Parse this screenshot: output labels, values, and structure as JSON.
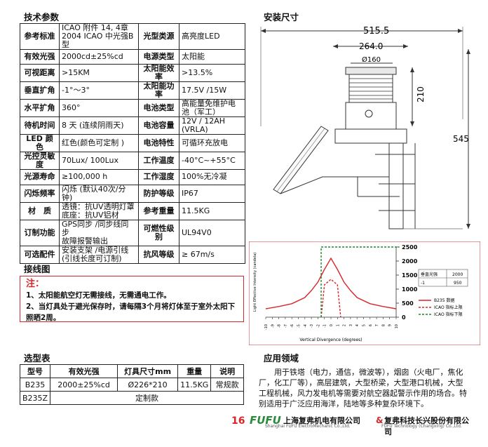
{
  "spec": {
    "heading": "技术参数",
    "rows": [
      {
        "k1": "参考标准",
        "v1": "ICAO 附件 14, 4章\n2004 ICAO 中光强B型",
        "k2": "光型类源",
        "v2": "高亮度LED"
      },
      {
        "k1": "有效光强",
        "v1": "2000cd±25%cd",
        "k2": "电源类型",
        "v2": "太阳能"
      },
      {
        "k1": "可视距离",
        "v1": ">15KM",
        "k2": "太阳能效率",
        "v2": ">13.5%"
      },
      {
        "k1": "垂直扩角",
        "v1": "-1°～3°",
        "k2": "太阳能功率",
        "v2": "17.5V /15W"
      },
      {
        "k1": "水平扩角",
        "v1": "360°",
        "k2": "电池类型",
        "v2": "高能量免维护电\n池（军工）"
      },
      {
        "k1": "待机时间",
        "v1": "8 天 (连续阴雨天)",
        "k2": "电池容量",
        "v2": "12V / 12AH\n(VRLA)"
      },
      {
        "k1": "LED 颜色",
        "v1": "红色(颜色可定制 )",
        "k2": "电池特性",
        "v2": "可循环充放电"
      },
      {
        "k1": "光控灵敏度",
        "v1": "70Lux/ 100Lux",
        "k2": "工作温度",
        "v2": "-40°C~+55°C"
      },
      {
        "k1": "光源寿命",
        "v1": "≥100,000 h",
        "k2": "工作湿度",
        "v2": "100%无冷凝"
      },
      {
        "k1": "闪烁频率",
        "v1": "闪烁 (默认40次/分钟)",
        "k2": "防护等级",
        "v2": "IP67"
      },
      {
        "k1": "材　质",
        "v1": "透镜：抗UV透明灯罩\n底座：抗UV铝材",
        "k2": "参考重量",
        "v2": "11.5KG"
      },
      {
        "k1": "订制功能",
        "v1": "GPS同步 /同步线同步\n故障报警输出",
        "k2": "可燃性级别",
        "v2": "UL94V0"
      },
      {
        "k1": "可选配件",
        "v1": "安装支架 /电源引线\n(引线长度可订制)",
        "k2": "抗风等级",
        "v2": "≥ 67m/s"
      }
    ]
  },
  "install": {
    "heading": "安装尺寸",
    "dim_total": "515.5",
    "dim_panel": "264.0",
    "dim_dia": "Ø160",
    "dim_h1": "210",
    "dim_h2": "545"
  },
  "wiring": {
    "heading": "接线图",
    "note_title": "注：",
    "note_1": "1、太阳能航空灯无需接线，无需通电工作。",
    "note_2": "2、当灯具处于避光保存时，请每隔3个月将灯体至于室外太阳下照晒2周。"
  },
  "selection": {
    "heading": "选型表",
    "headers": [
      "型号",
      "有效光强",
      "灯具尺寸mm",
      "重量",
      "说明"
    ],
    "rows": [
      [
        "B235",
        "2000±25%cd",
        "Ø226*210",
        "11.5KG",
        "常规款"
      ],
      [
        "B235Z",
        "定制款"
      ]
    ]
  },
  "application": {
    "heading": "应用领域",
    "text": "用于铁塔（电力，通信，微波等），烟囱（火电厂，焦化厂，化工厂等），高层建筑，大型桥梁，大型港口机械，大型工程机械，风力发电机等需要对航空器起警示作用的场合。特别适用于广泛应用海洋，陆地等多种复杂环境下。"
  },
  "chart_data": {
    "type": "line",
    "xlabel": "Vertical Divergence (degrees)",
    "ylabel": "Light Effective Intensity (candela)",
    "x_ticks": [
      "-10",
      "-9",
      "-8",
      "-7",
      "-6",
      "-5",
      "-4",
      "-3",
      "-2",
      "-1",
      "0",
      "1",
      "2",
      "3",
      "4",
      "5",
      "6",
      "7",
      "8",
      "9",
      "10"
    ],
    "y_ticks": [
      "0",
      "500",
      "1000",
      "1500",
      "2000",
      "2500"
    ],
    "ylim": [
      0,
      2500
    ],
    "xlim": [
      -10,
      10
    ],
    "table": {
      "h1": "垂直光强",
      "h2": "2000",
      "r1c1": "-1",
      "r1c2": "950"
    },
    "series": [
      {
        "name": "B235 数据",
        "color": "#d8262a",
        "style": "solid",
        "x": [
          -10,
          -8,
          -6,
          -4,
          -3,
          -2,
          -1,
          0,
          1,
          2,
          3,
          4,
          6,
          8,
          10
        ],
        "y": [
          300,
          380,
          480,
          700,
          950,
          1250,
          1700,
          2100,
          1700,
          1250,
          950,
          700,
          480,
          380,
          300
        ]
      },
      {
        "name": "ICAO 指标上限",
        "color": "#d8262a",
        "style": "dash",
        "x": [
          -1.5,
          -1,
          0,
          1,
          1.5
        ],
        "y": [
          0,
          1150,
          1350,
          1150,
          0
        ]
      },
      {
        "name": "ICAO 指标下限",
        "color": "#1a8a2a",
        "style": "dash",
        "x": [
          -1.5,
          -1.5,
          10.5
        ],
        "y": [
          0,
          2500,
          2500
        ]
      }
    ]
  },
  "footer": {
    "page": "16",
    "logo": "FUFU",
    "company1": "上海复弗机电有限公司",
    "company1_en": "Shanghai FUFU ElectroMechanic Co.,Ltd.",
    "amp": "&",
    "company2": "复弗科技长兴股份有限公司",
    "company2_en": "FUFU Technology (Changxing) Co.,Ltd."
  }
}
